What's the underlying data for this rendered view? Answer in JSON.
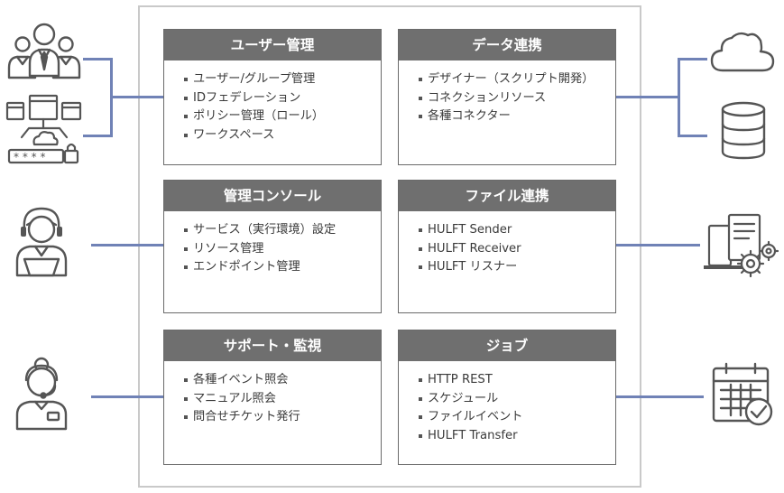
{
  "colors": {
    "card_header": "#6f6f6f",
    "connector": "#7082b6",
    "icon": "#555555",
    "frame": "#c9c9c9"
  },
  "cards": [
    {
      "title": "ユーザー管理",
      "items": [
        "ユーザー/グループ管理",
        "IDフェデレーション",
        "ポリシー管理（ロール）",
        "ワークスペース"
      ]
    },
    {
      "title": "データ連携",
      "items": [
        "デザイナー（スクリプト開発）",
        "コネクションリソース",
        "各種コネクター"
      ]
    },
    {
      "title": "管理コンソール",
      "items": [
        "サービス（実行環境）設定",
        "リソース管理",
        "エンドポイント管理"
      ]
    },
    {
      "title": "ファイル連携",
      "items": [
        "HULFT Sender",
        "HULFT Receiver",
        "HULFT リスナー"
      ]
    },
    {
      "title": "サポート・監視",
      "items": [
        "各種イベント照会",
        "マニュアル照会",
        "問合せチケット発行"
      ]
    },
    {
      "title": "ジョブ",
      "items": [
        "HTTP REST",
        "スケジュール",
        "ファイルイベント",
        "HULFT Transfer"
      ]
    }
  ],
  "icons": {
    "left": [
      "user-group-icon",
      "web-login-password-icon",
      "operator-laptop-icon",
      "support-headset-icon"
    ],
    "right": [
      "cloud-icon",
      "database-icon",
      "server-gear-icon",
      "calendar-check-icon"
    ]
  }
}
